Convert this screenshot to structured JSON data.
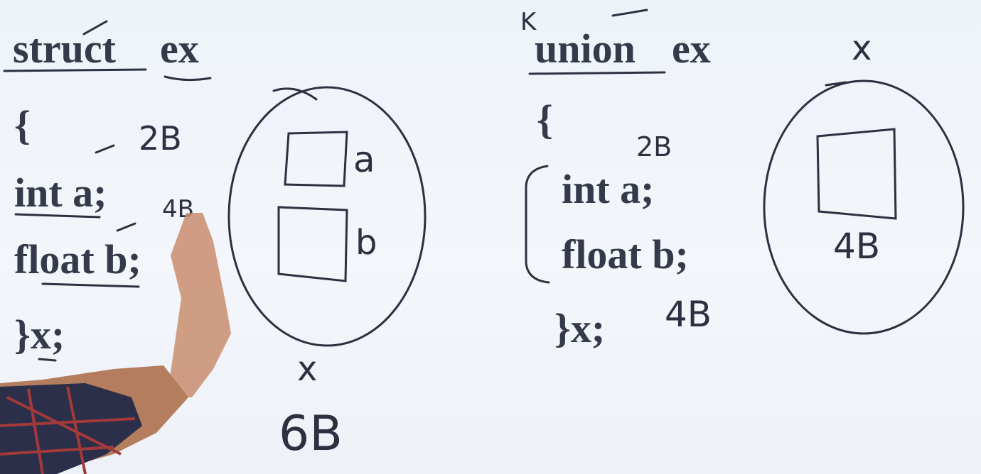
{
  "struct_example": {
    "header_keyword": "struct",
    "header_name": "ex",
    "open_brace": "{",
    "member_a": "int a;",
    "member_b": "float b;",
    "close": "}x;"
  },
  "union_example": {
    "header_keyword": "union",
    "header_name": "ex",
    "open_brace": "{",
    "member_a": "int a;",
    "member_b": "float b;",
    "close": "}x;"
  },
  "annotations": {
    "struct_int_size": "2B",
    "struct_float_size": "4B",
    "struct_box_a_label": "a",
    "struct_box_b_label": "b",
    "struct_var_label": "x",
    "struct_total_size": "6B",
    "union_int_size": "2B",
    "union_total_size": "4B",
    "union_var_label": "x",
    "union_k_mark": "K",
    "union_box_size": "4B"
  }
}
